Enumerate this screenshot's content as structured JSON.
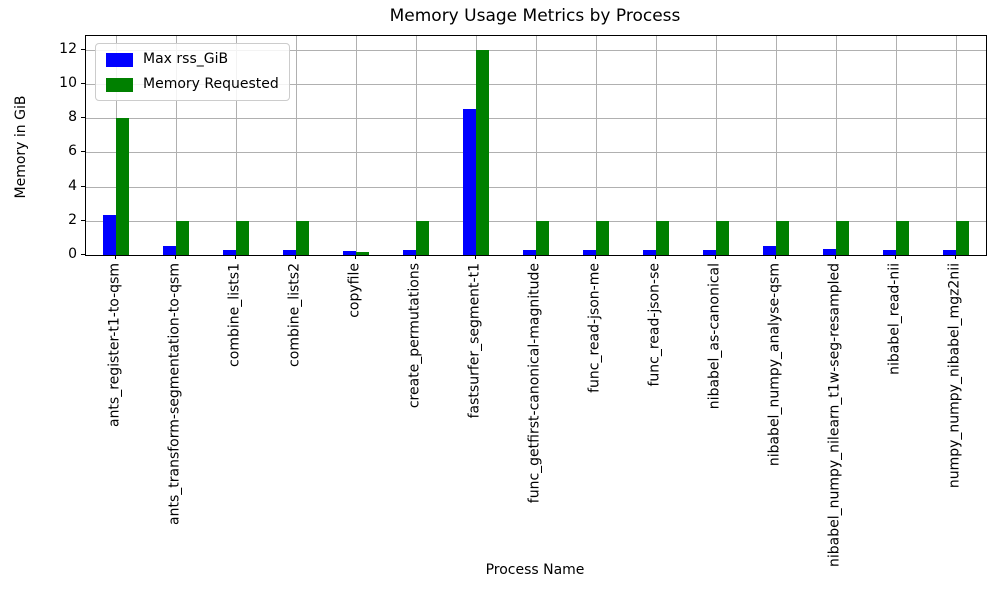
{
  "chart_data": {
    "type": "bar",
    "title": "Memory Usage Metrics by Process",
    "xlabel": "Process Name",
    "ylabel": "Memory in GiB",
    "ylim": [
      0,
      12.8
    ],
    "yticks": [
      0,
      2,
      4,
      6,
      8,
      10,
      12
    ],
    "grid": true,
    "legend_position": "upper left",
    "categories": [
      "ants_register-t1-to-qsm",
      "ants_transform-segmentation-to-qsm",
      "combine_lists1",
      "combine_lists2",
      "copyfile",
      "create_permutations",
      "fastsurfer_segment-t1",
      "func_getfirst-canonical-magnitude",
      "func_read-json-me",
      "func_read-json-se",
      "nibabel_as-canonical",
      "nibabel_numpy_analyse-qsm",
      "nibabel_numpy_nilearn_t1w-seg-resampled",
      "nibabel_read-nii",
      "numpy_numpy_nibabel_mgz2nii"
    ],
    "series": [
      {
        "name": "Max rss_GiB",
        "color": "#0000ff",
        "values": [
          2.35,
          0.55,
          0.3,
          0.3,
          0.25,
          0.3,
          8.55,
          0.3,
          0.3,
          0.3,
          0.3,
          0.5,
          0.35,
          0.3,
          0.3
        ]
      },
      {
        "name": "Memory Requested",
        "color": "#008000",
        "values": [
          8,
          2,
          2,
          2,
          0.2,
          2,
          12,
          2,
          2,
          2,
          2,
          2,
          2,
          2,
          2
        ]
      }
    ],
    "colors": {
      "grid": "#b0b0b0",
      "spine": "#000000",
      "text": "#000000",
      "background": "#ffffff"
    }
  }
}
